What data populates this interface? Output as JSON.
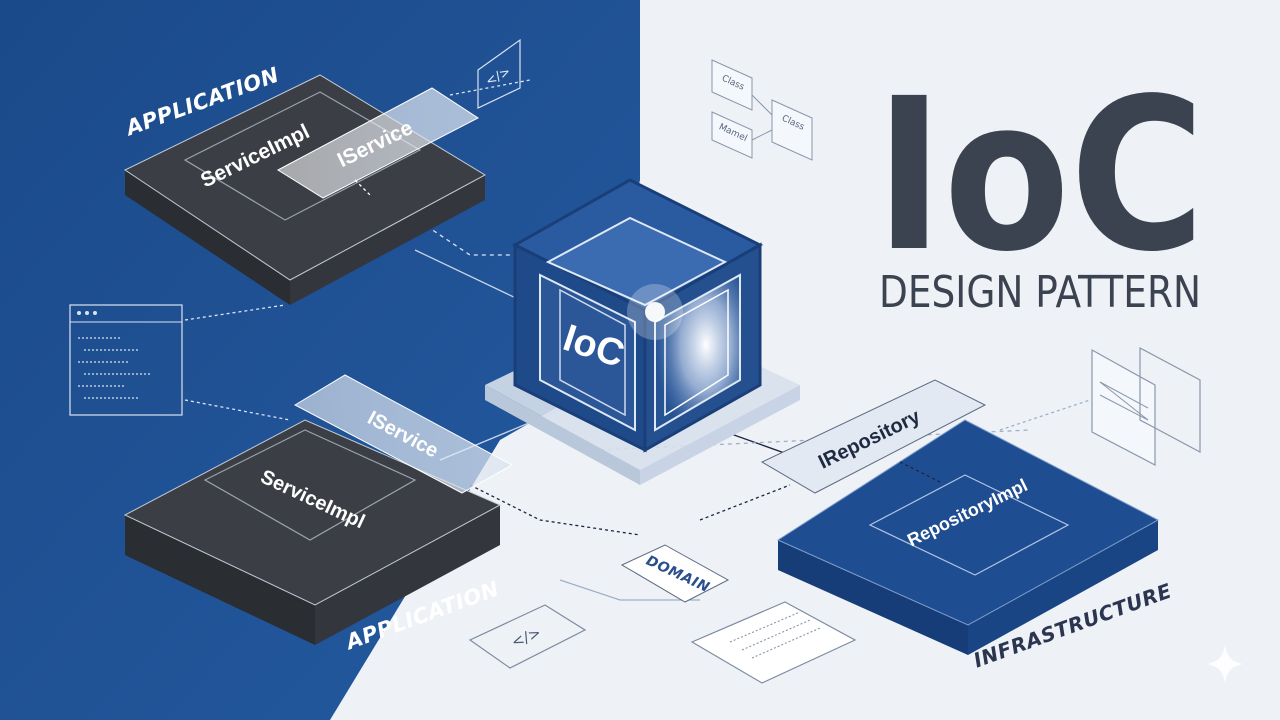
{
  "title": {
    "main": "IoC",
    "subtitle": "DESIGN PATTERN"
  },
  "cube_label": "IoC",
  "top_block": {
    "layer_label": "APPLICATION",
    "inner_label": "ServiceImpl",
    "panel_label": "IService"
  },
  "bottom_block": {
    "layer_label": "APPLICATION",
    "inner_label": "ServiceImpl",
    "panel_label": "IService"
  },
  "infra_block": {
    "layer_label": "INFRASTRUCTURE",
    "inner_label": "RepositoryImpl",
    "panel_label": "IRepository"
  },
  "domain_label": "DOMAIN",
  "uml": {
    "class_a": "Class",
    "class_b": "Class",
    "model": "Mamel"
  },
  "code_glyph": "</>",
  "colors": {
    "left_blue": "#1d4f8f",
    "right_bg": "#eef2f7",
    "dark_block": "#3a3d44",
    "infra_blue": "#1f4d92",
    "title_color": "#3b4350"
  },
  "icons": [
    "code-tag-icon",
    "browser-window-icon",
    "uml-class-icon",
    "sparkle-icon"
  ]
}
